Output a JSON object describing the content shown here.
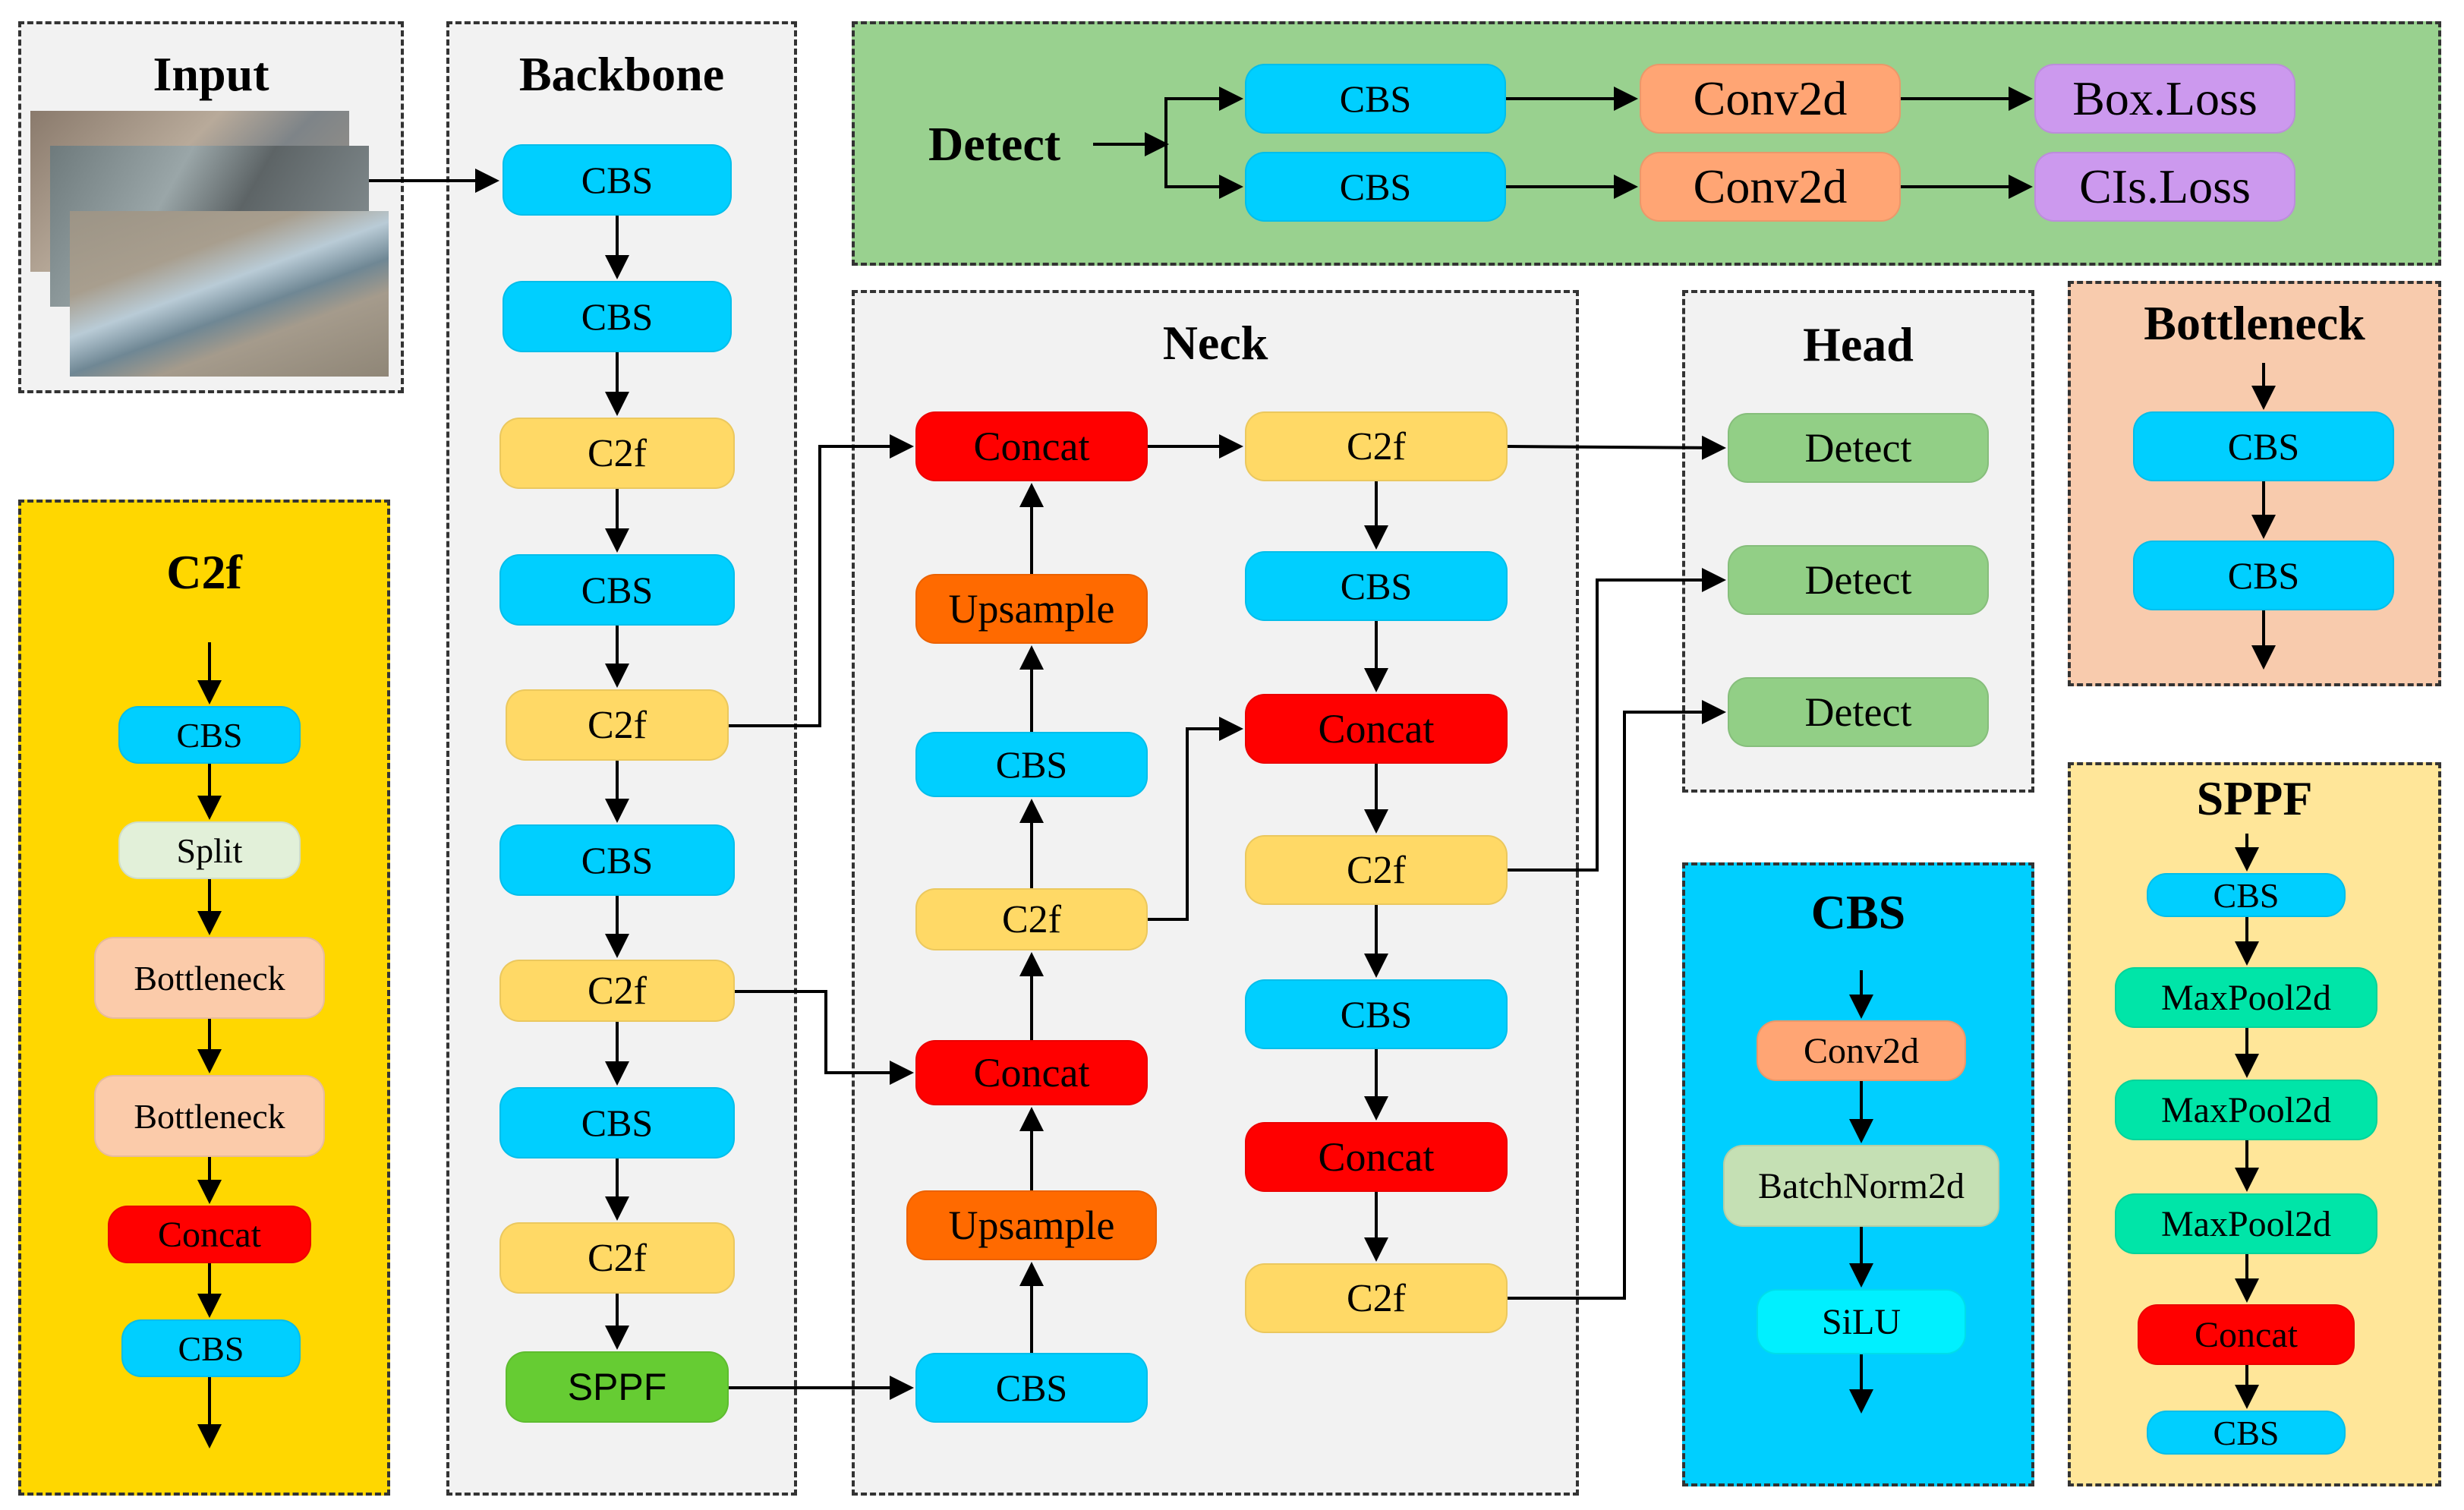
{
  "colors": {
    "cbs": "#00CFFF",
    "c2f": "#FFD966",
    "concat": "#FF0000",
    "upsample": "#FF6A00",
    "sppf_block": "#66CC33",
    "detect_block": "#92CF86",
    "conv2d": "#FFA574",
    "loss": "#CC99EE",
    "split": "#E2F0D9",
    "bottleneck_block": "#FBCBAA",
    "maxpool": "#00E5A8",
    "batchnorm": "#C5E0B4",
    "silu": "#00F0FF",
    "panel_input": "#F2F2F2",
    "panel_backbone": "#F2F2F2",
    "panel_detect": "#99D18F",
    "panel_c2f": "#FFD700",
    "panel_bottleneck": "#F8CBAD",
    "panel_sppf": "#FFE699",
    "panel_cbs": "#00CFFF"
  },
  "input": {
    "title": "Input"
  },
  "backbone": {
    "title": "Backbone",
    "blocks": [
      "CBS",
      "CBS",
      "C2f",
      "CBS",
      "C2f",
      "CBS",
      "C2f",
      "CBS",
      "C2f",
      "SPPF"
    ]
  },
  "detect_panel": {
    "title": "Detect",
    "row1": [
      "CBS",
      "Conv2d",
      "Box.Loss"
    ],
    "row2": [
      "CBS",
      "Conv2d",
      "CIs.Loss"
    ]
  },
  "neck": {
    "title": "Neck",
    "left_column": [
      "Concat",
      "Upsample",
      "CBS",
      "C2f",
      "Concat",
      "Upsample",
      "CBS"
    ],
    "right_column": [
      "C2f",
      "CBS",
      "Concat",
      "C2f",
      "CBS",
      "Concat",
      "C2f"
    ]
  },
  "head": {
    "title": "Head",
    "blocks": [
      "Detect",
      "Detect",
      "Detect"
    ]
  },
  "bottleneck_panel": {
    "title": "Bottleneck",
    "blocks": [
      "CBS",
      "CBS"
    ]
  },
  "c2f_panel": {
    "title": "C2f",
    "blocks": [
      "CBS",
      "Split",
      "Bottleneck",
      "Bottleneck",
      "Concat",
      "CBS"
    ]
  },
  "cbs_panel": {
    "title": "CBS",
    "blocks": [
      "Conv2d",
      "BatchNorm2d",
      "SiLU"
    ]
  },
  "sppf_panel": {
    "title": "SPPF",
    "blocks": [
      "CBS",
      "MaxPool2d",
      "MaxPool2d",
      "MaxPool2d",
      "Concat",
      "CBS"
    ]
  }
}
